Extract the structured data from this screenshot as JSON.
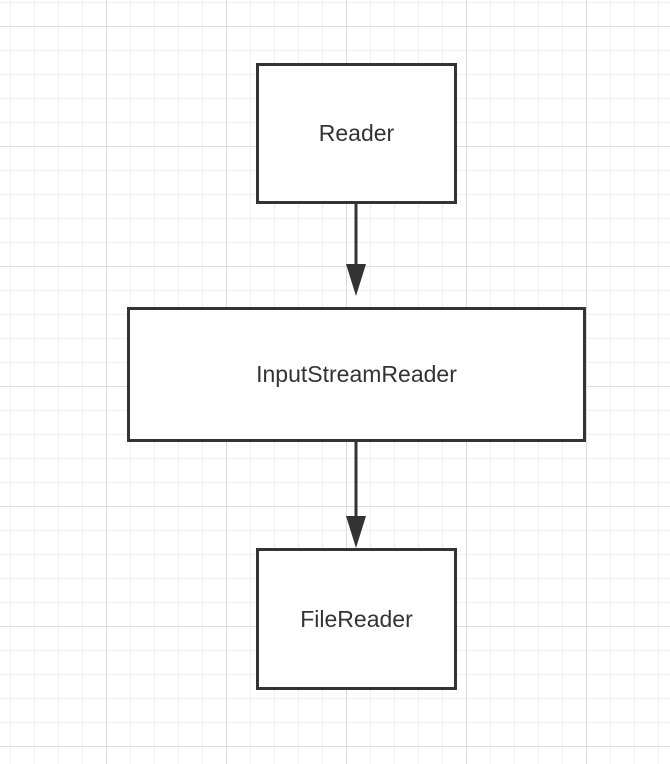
{
  "diagram": {
    "nodes": [
      {
        "id": "reader",
        "label": "Reader"
      },
      {
        "id": "input-stream-reader",
        "label": "InputStreamReader"
      },
      {
        "id": "file-reader",
        "label": "FileReader"
      }
    ],
    "edges": [
      {
        "from": "reader",
        "to": "input-stream-reader"
      },
      {
        "from": "input-stream-reader",
        "to": "file-reader"
      }
    ],
    "colors": {
      "stroke": "#333333",
      "text": "#333333",
      "grid_major": "#dcdcdc",
      "grid_minor": "#efefef",
      "background": "#ffffff"
    }
  }
}
